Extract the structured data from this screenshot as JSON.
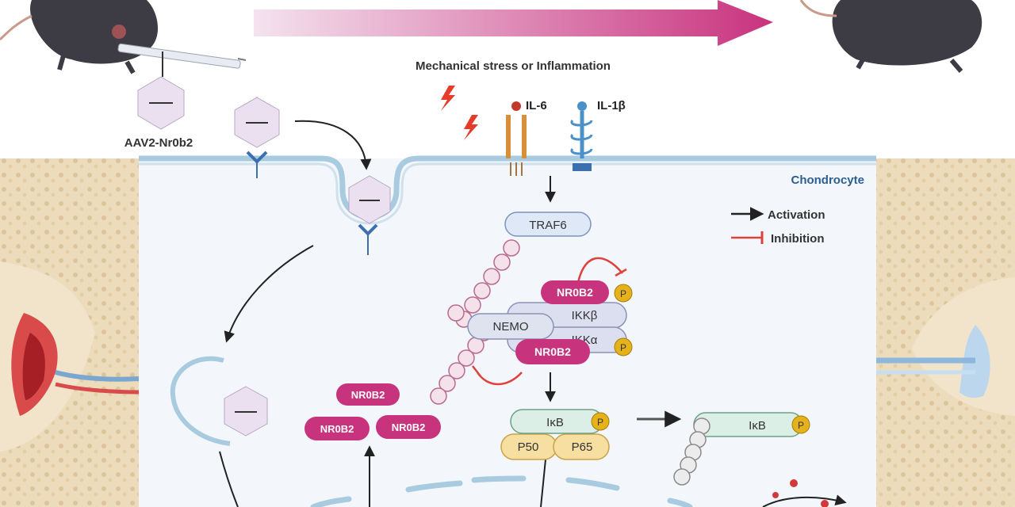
{
  "header": {
    "top_arrow_label": "",
    "stimulus_label": "Mechanical stress or Inflammation"
  },
  "vector": {
    "label": "AAV2-Nr0b2"
  },
  "receptors": {
    "il6": "IL-6",
    "il1b": "IL-1β"
  },
  "cell": {
    "label": "Chondrocyte"
  },
  "legend": {
    "activation": "Activation",
    "inhibition": "Inhibition"
  },
  "pathway": {
    "traf6": "TRAF6",
    "ub": "Ub",
    "nemo": "NEMO",
    "ikkb": "IKKβ",
    "ikka": "IKKα",
    "nr0b2": "NR0B2",
    "p": "P",
    "ikb": "IκB",
    "p50": "P50",
    "p65": "P65"
  },
  "colors": {
    "magenta": "#c8337e",
    "membrane": "#a9cbe0",
    "cell_bg": "#f3f7fb",
    "bone": "#e9d6b5",
    "phospho": "#e5b21b",
    "inhibit": "#e0413c"
  }
}
